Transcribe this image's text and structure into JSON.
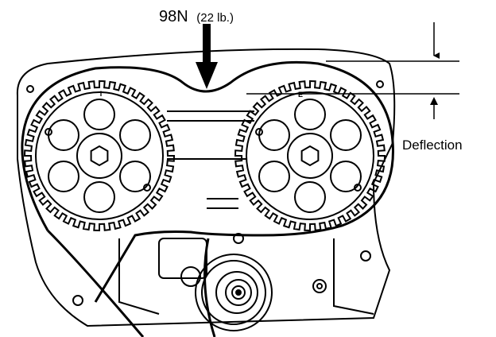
{
  "labels": {
    "force_main": "98N",
    "force_sub": "(22 lb.)",
    "deflection": "Deflection",
    "intake_mark": "I",
    "exhaust_mark": "E"
  },
  "colors": {
    "ink": "#000000",
    "paper": "#ffffff"
  }
}
